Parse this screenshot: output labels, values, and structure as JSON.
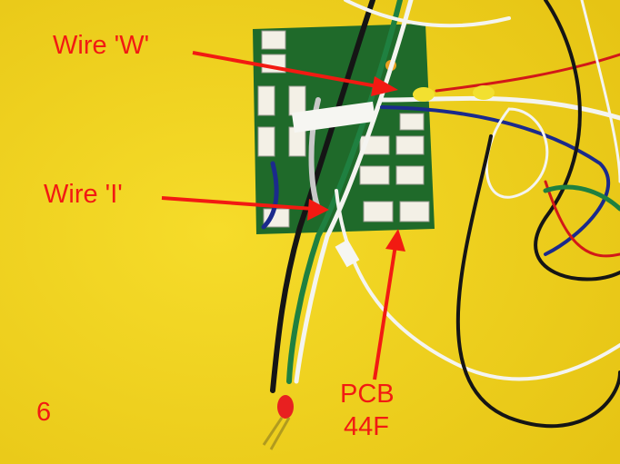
{
  "annotations": {
    "wire_w": "Wire 'W'",
    "wire_i": "Wire 'I'",
    "pcb_line1": "PCB",
    "pcb_line2": "44F",
    "figure_number": "6"
  },
  "colors": {
    "background": "#f0d21c",
    "pcb": "#1f6a2a",
    "annotation": "#f21a12"
  }
}
